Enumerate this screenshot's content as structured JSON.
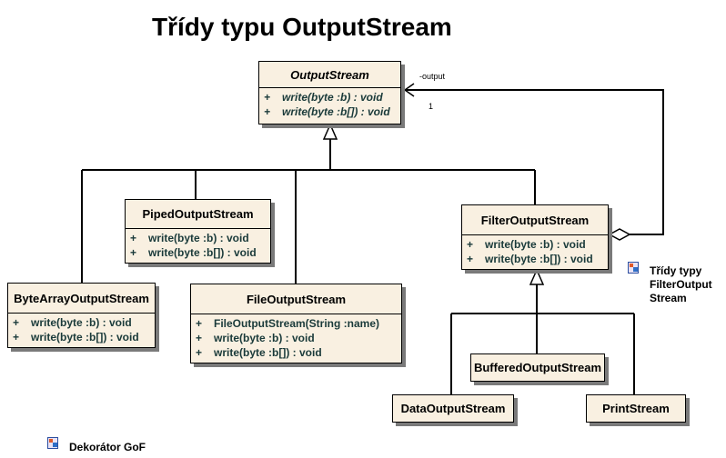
{
  "title": "Třídy typu OutputStream",
  "classes": {
    "output_stream": {
      "name": "OutputStream",
      "ops": [
        {
          "vis": "+",
          "sig": "write(byte :b) : void"
        },
        {
          "vis": "+",
          "sig": "write(byte :b[]) : void"
        }
      ]
    },
    "piped_output_stream": {
      "name": "PipedOutputStream",
      "ops": [
        {
          "vis": "+",
          "sig": "write(byte :b) : void"
        },
        {
          "vis": "+",
          "sig": "write(byte :b[]) : void"
        }
      ]
    },
    "filter_output_stream": {
      "name": "FilterOutputStream",
      "ops": [
        {
          "vis": "+",
          "sig": "write(byte :b) : void"
        },
        {
          "vis": "+",
          "sig": "write(byte :b[]) : void"
        }
      ]
    },
    "byte_array_output_stream": {
      "name": "ByteArrayOutputStream",
      "ops": [
        {
          "vis": "+",
          "sig": "write(byte :b) : void"
        },
        {
          "vis": "+",
          "sig": "write(byte :b[]) : void"
        }
      ]
    },
    "file_output_stream": {
      "name": "FileOutputStream",
      "ops": [
        {
          "vis": "+",
          "sig": "FileOutputStream(String :name)"
        },
        {
          "vis": "+",
          "sig": "write(byte :b) : void"
        },
        {
          "vis": "+",
          "sig": "write(byte :b[]) : void"
        }
      ]
    },
    "buffered_output_stream": {
      "name": "BufferedOutputStream"
    },
    "data_output_stream": {
      "name": "DataOutputStream"
    },
    "print_stream": {
      "name": "PrintStream"
    }
  },
  "association": {
    "role": "-output",
    "multiplicity": "1"
  },
  "notes": {
    "filter_types": "Třídy typy FilterOutput Stream",
    "decorator": "Dekorátor GoF"
  }
}
